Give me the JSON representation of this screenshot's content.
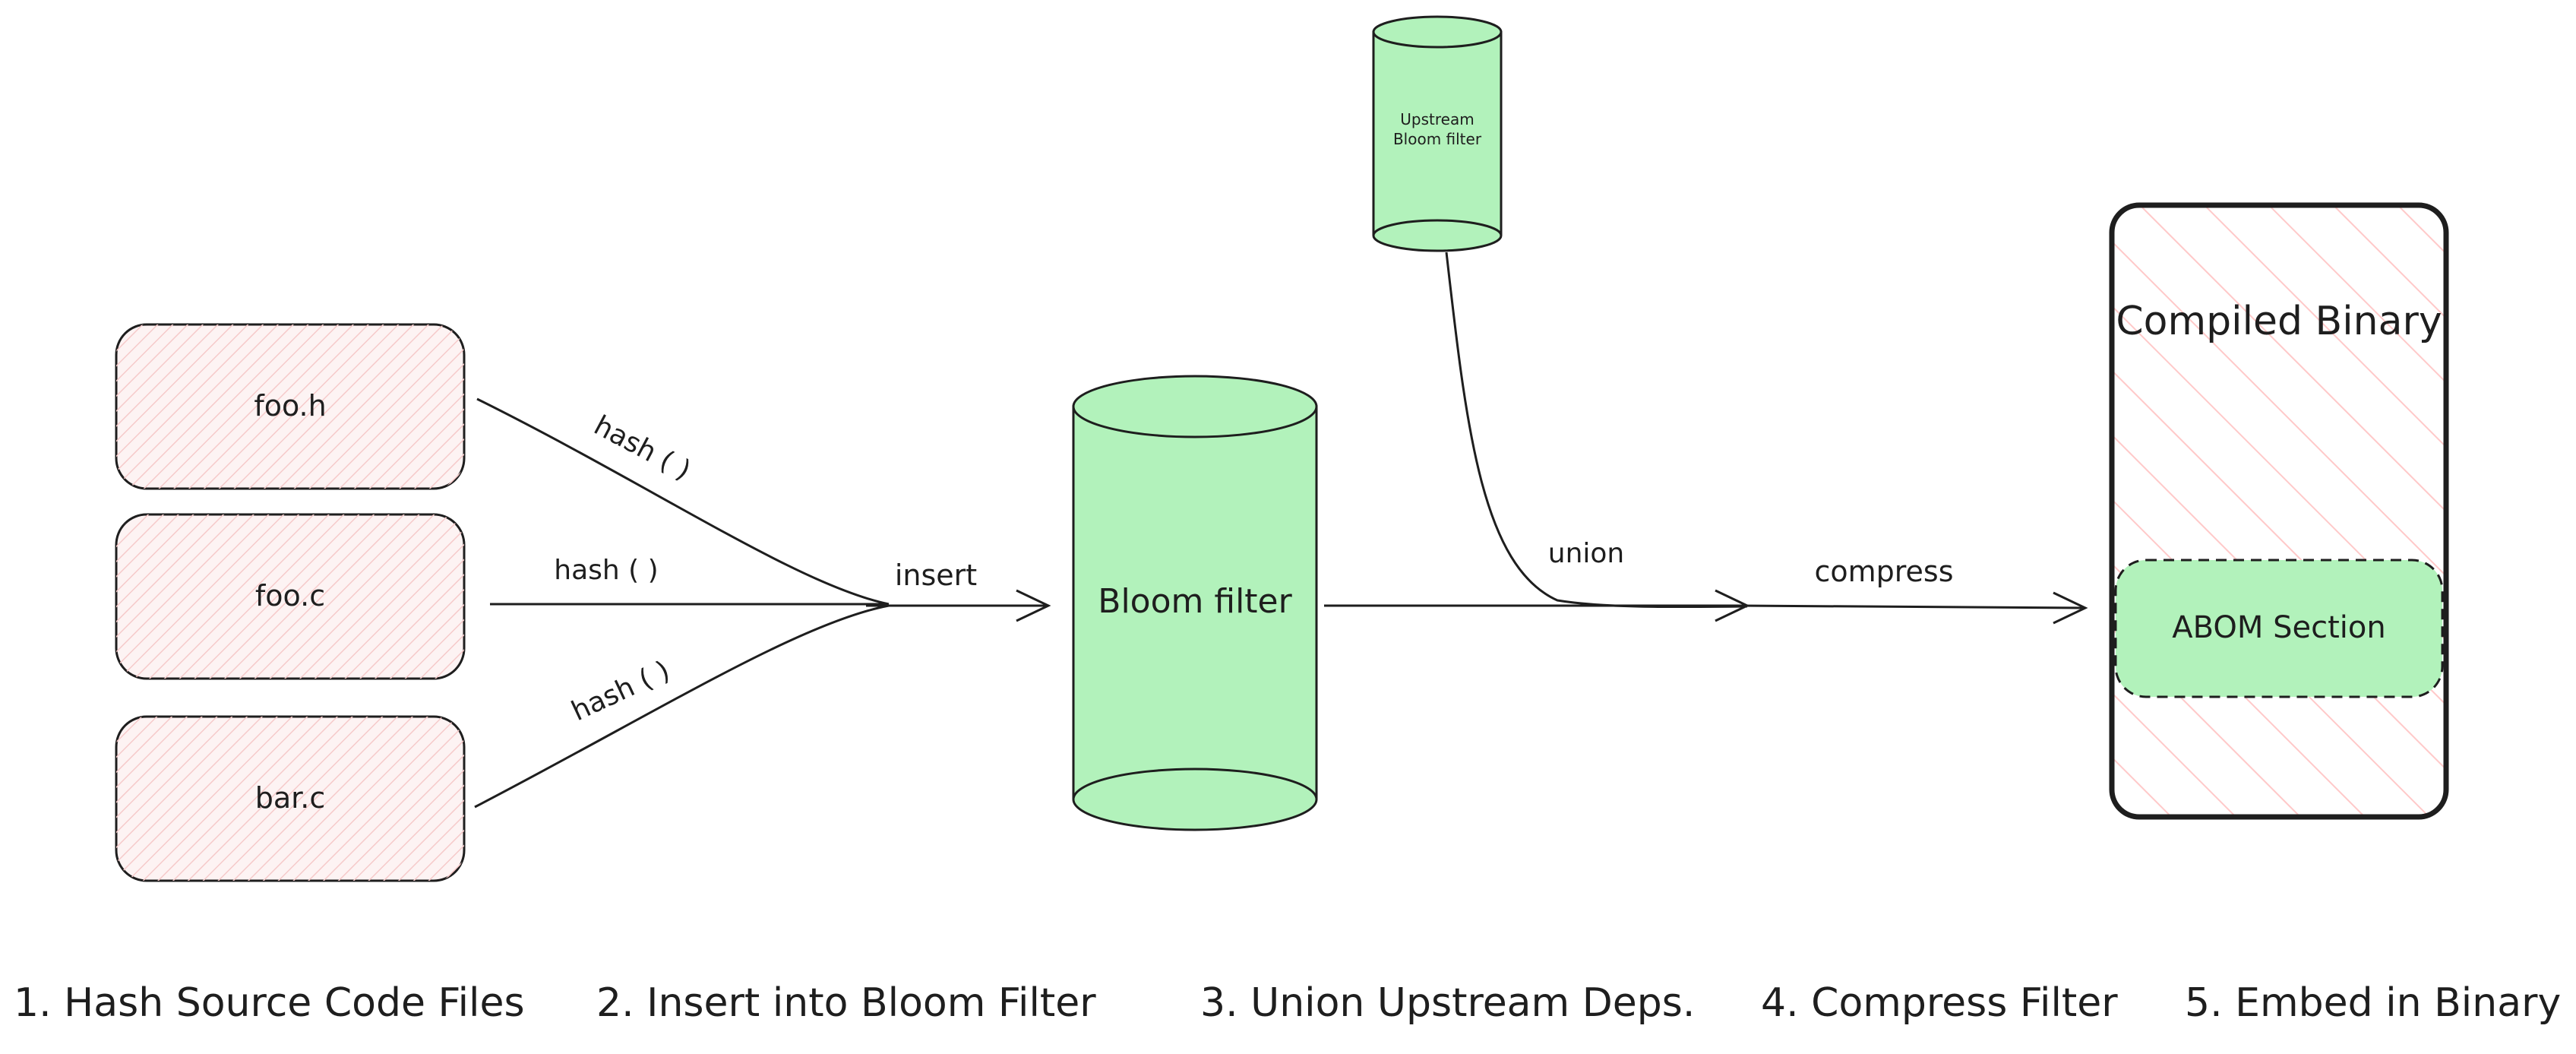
{
  "sources": [
    {
      "label": "foo.h"
    },
    {
      "label": "foo.c"
    },
    {
      "label": "bar.c"
    }
  ],
  "edges": {
    "hash_top": "hash ( )",
    "hash_mid": "hash ( )",
    "hash_bot": "hash ( )",
    "insert": "insert",
    "union": "union",
    "compress": "compress"
  },
  "bloom_filter": {
    "label": "Bloom filter"
  },
  "upstream": {
    "line1": "Upstream",
    "line2": "Bloom filter"
  },
  "binary": {
    "title": "Compiled Binary",
    "section": "ABOM Section"
  },
  "steps": [
    "1. Hash Source Code Files",
    "2. Insert into Bloom Filter",
    "3. Union Upstream Deps.",
    "4. Compress Filter",
    "5. Embed in Binary"
  ],
  "colors": {
    "source_fill": "#fde8e8",
    "green_fill": "#b2f2bb",
    "hatch": "#ffc9c9",
    "stroke": "#1e1e1e"
  }
}
